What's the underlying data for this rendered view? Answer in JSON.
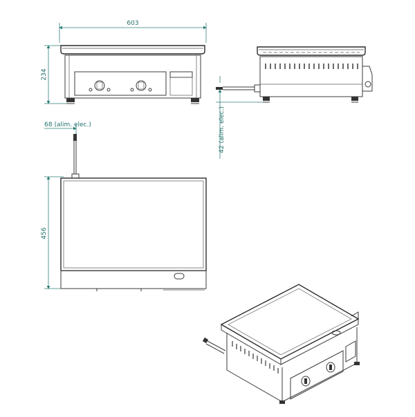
{
  "dimensions": {
    "width": "603",
    "height": "234",
    "depth": "456",
    "cable_depth": "68 (alim. elec.)",
    "cable_height": "42 (alim. elec.)"
  },
  "colors": {
    "dimension_line": "#2f7f78",
    "drawing_line": "#333333"
  }
}
